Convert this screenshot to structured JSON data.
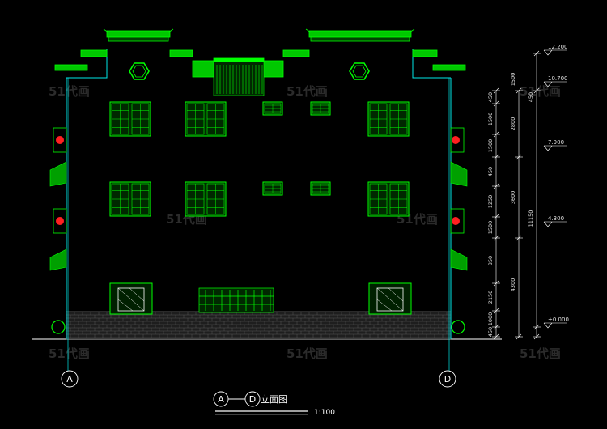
{
  "watermark": "51代画",
  "drawing": {
    "title_axis_start": "A",
    "title_axis_end": "D",
    "title_text": "立面图",
    "scale": "1:100"
  },
  "axes": {
    "left": "A",
    "right": "D"
  },
  "elevations": [
    "12.200",
    "10.700",
    "7.900",
    "4.300",
    "±0.000"
  ],
  "dimensions": {
    "inner": [
      "1500",
      "1500",
      "450",
      "1250",
      "1500",
      "850",
      "2150",
      "1000",
      "450"
    ],
    "middle": [
      "1500",
      "2800",
      "3600",
      "4300"
    ],
    "outer": [
      "450",
      "450",
      "11150"
    ]
  },
  "colors": {
    "background": "#000000",
    "green": "#00ff00",
    "cyan": "#00ffff",
    "red": "#ff2020",
    "white": "#ffffff"
  }
}
